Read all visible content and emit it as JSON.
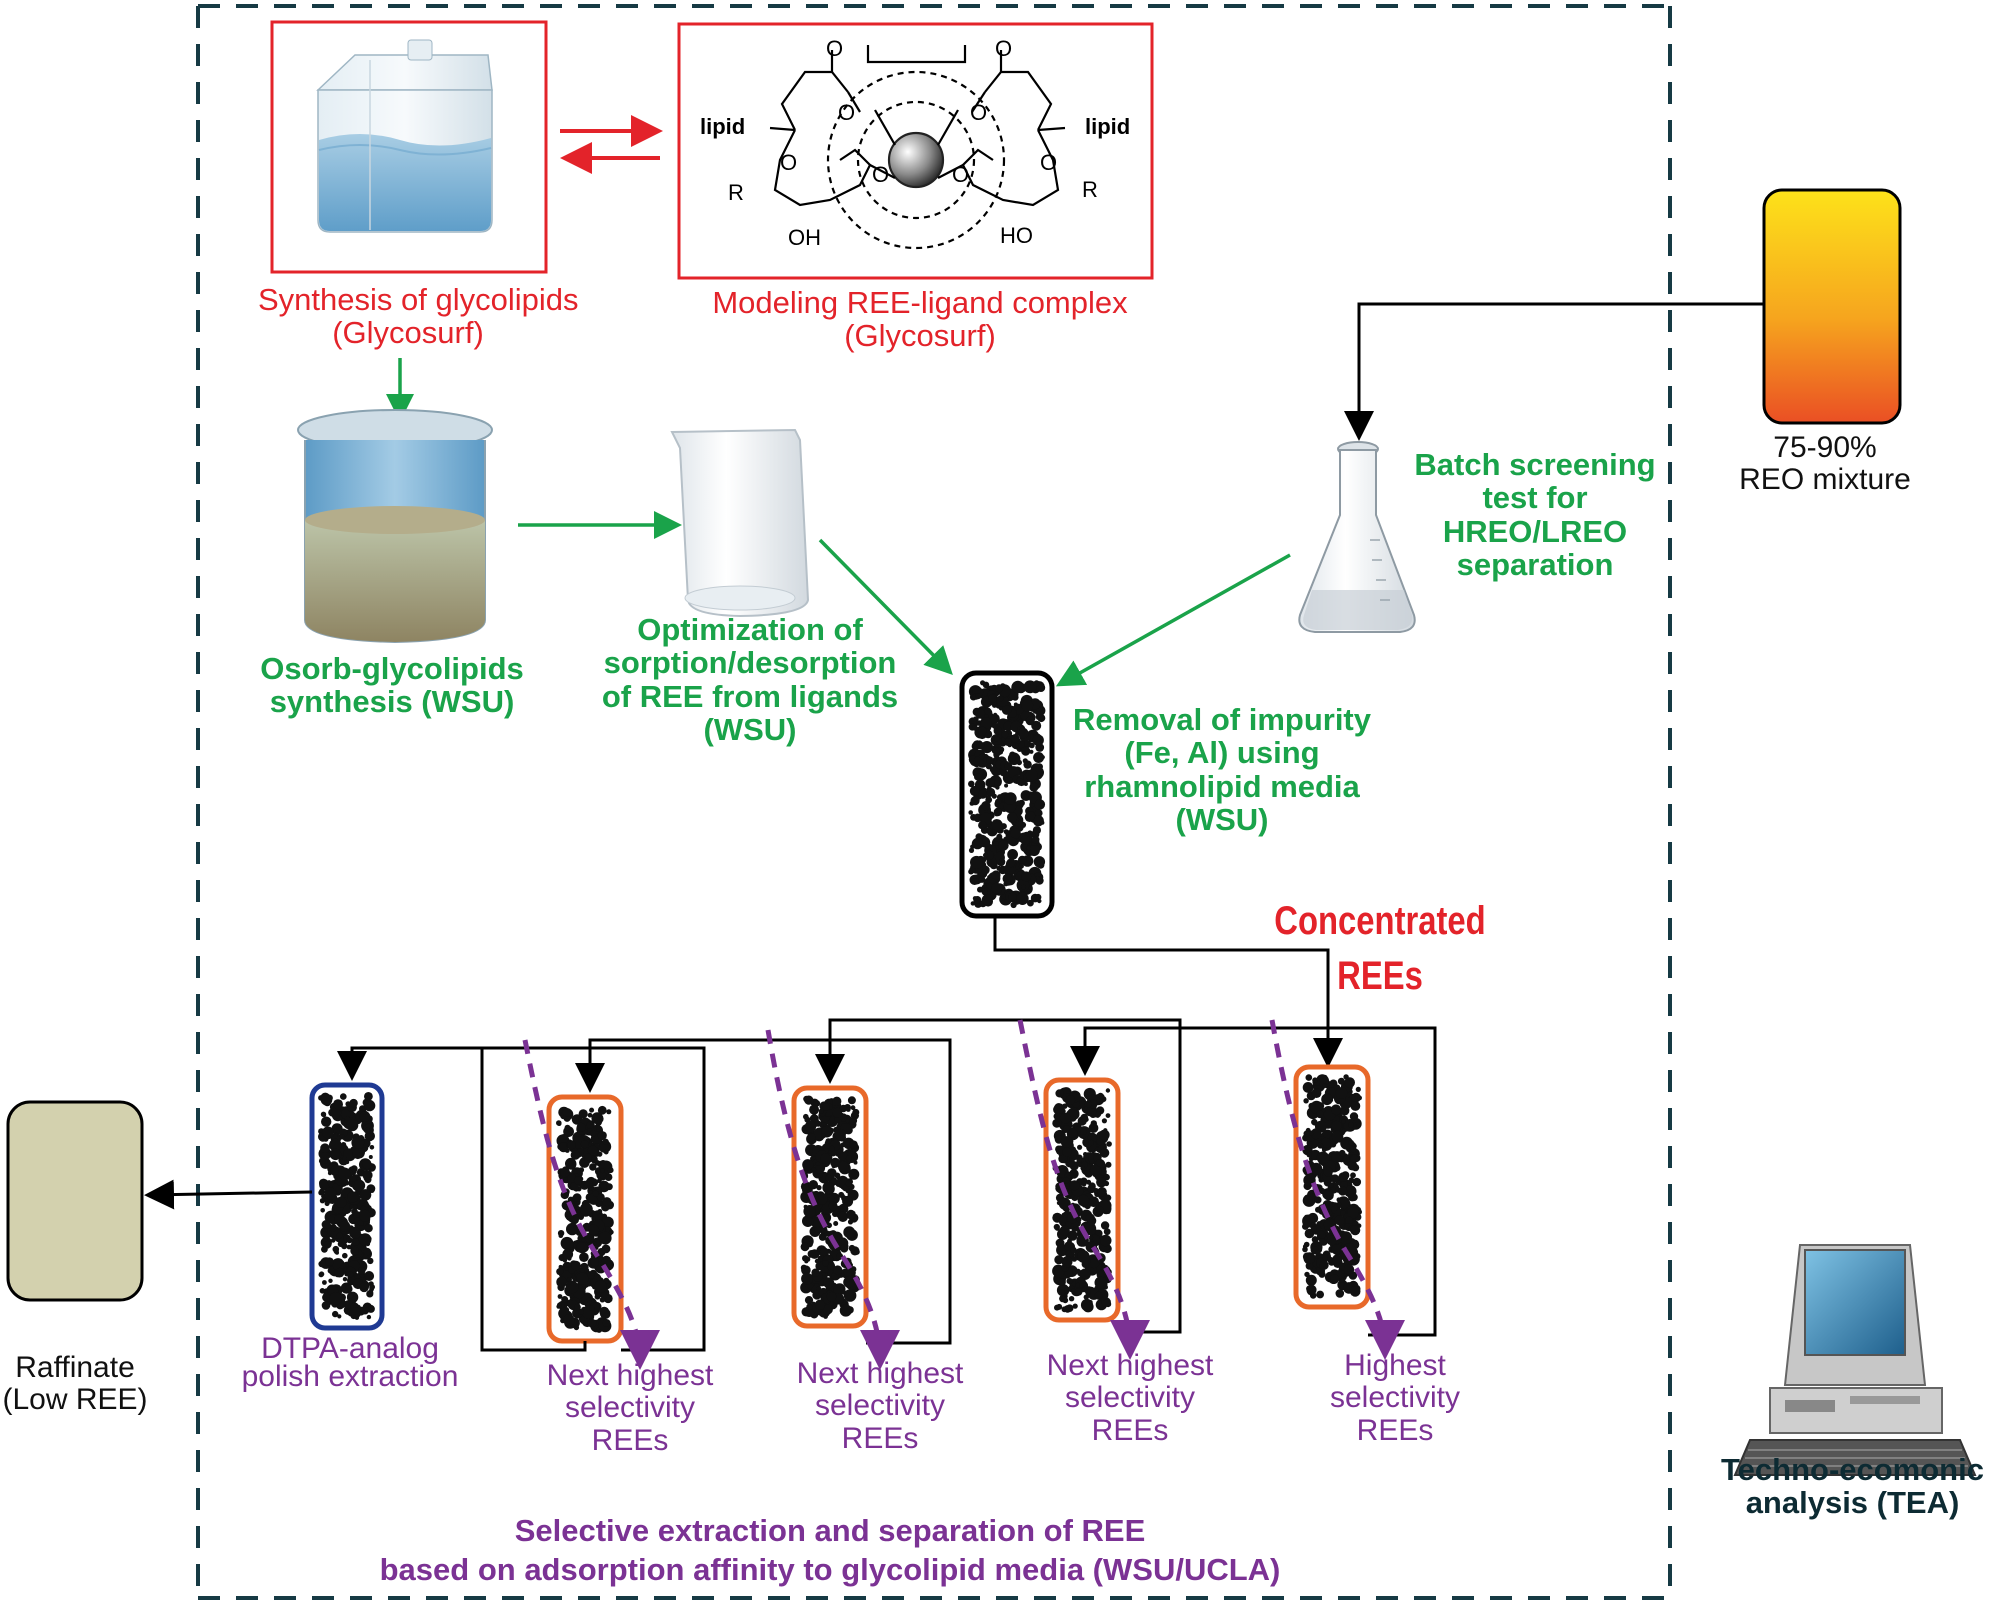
{
  "labels": {
    "synthesis_glycolipids": [
      "Synthesis of glycolipids",
      "(Glycosurf)"
    ],
    "modeling_ree": [
      "Modeling REE-ligand complex",
      "(Glycosurf)"
    ],
    "osorb": [
      "Osorb-glycolipids",
      "synthesis (WSU)"
    ],
    "optimization": [
      "Optimization of",
      "sorption/desorption",
      "of REE from ligands",
      "(WSU)"
    ],
    "batch_screening": [
      "Batch screening",
      "test for",
      "HREO/LREO",
      "separation"
    ],
    "reo_mixture": [
      "75-90%",
      "REO mixture"
    ],
    "removal_impurity": [
      "Removal of impurity",
      "(Fe, Al) using",
      "rhamnolipid media",
      "(WSU)"
    ],
    "concentrated": [
      "Concentrated",
      "REEs"
    ],
    "raffinate": [
      "Raffinate",
      "(Low REE)"
    ],
    "dtpa": [
      "DTPA-analog",
      "polish extraction"
    ],
    "next1": [
      "Next highest",
      "selectivity",
      "REEs"
    ],
    "next2": [
      "Next highest",
      "selectivity",
      "REEs"
    ],
    "next3": [
      "Next highest",
      "selectivity",
      "REEs"
    ],
    "highest": [
      "Highest",
      "selectivity",
      "REEs"
    ],
    "selective": [
      "Selective extraction and separation of REE",
      "based on adsorption affinity to glycolipid media (WSU/UCLA)"
    ],
    "tea": [
      "Techno-ecomonic",
      "analysis (TEA)"
    ]
  },
  "molecule": {
    "lipid_left": "lipid",
    "lipid_right": "lipid",
    "r_left": "R",
    "r_right": "R",
    "oh_left": "OH",
    "ho_right": "HO",
    "o_atom": "O"
  },
  "colors": {
    "red": "#e3232a",
    "green": "#1aa34a",
    "purple": "#7b3294",
    "orange": "#e8692a",
    "blue": "#1f3a93",
    "frame": "#163a44",
    "raffinate_fill": "#d3d1ae"
  }
}
